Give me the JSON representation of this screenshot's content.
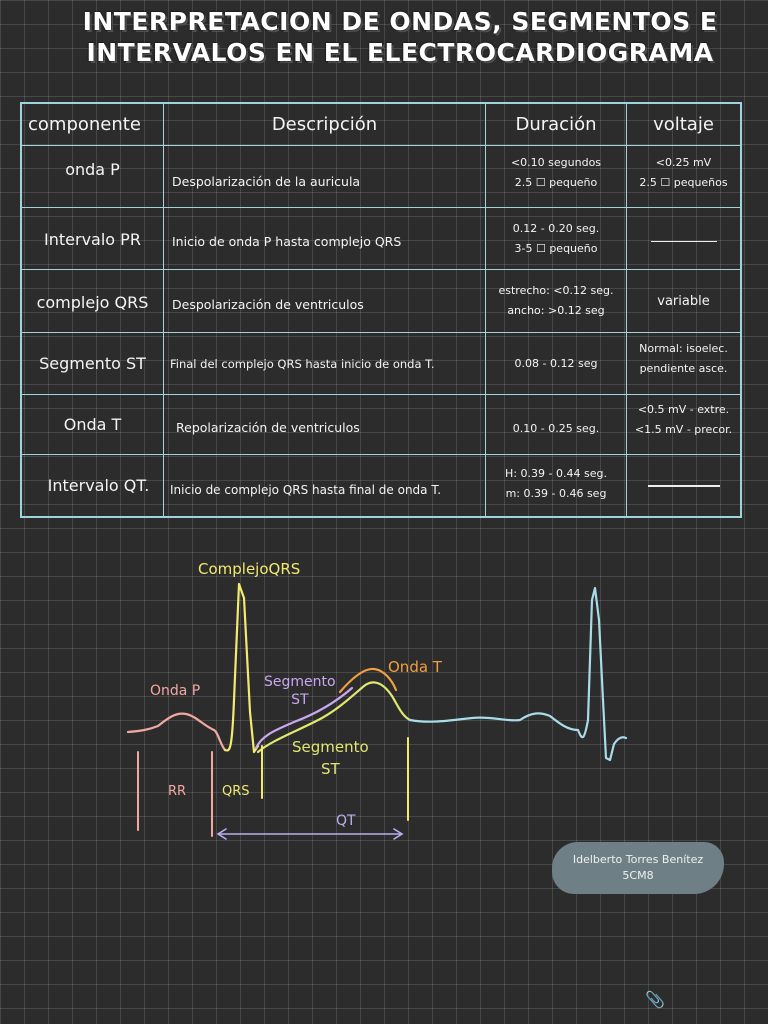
{
  "title": {
    "line1": "INTERPRETACION DE ONDAS, SEGMENTOS E",
    "line2": "INTERVALOS EN EL ELECTROCARDIOGRAMA"
  },
  "table": {
    "headers": [
      "componente",
      "Descripción",
      "Duración",
      "voltaje"
    ],
    "rows": [
      {
        "componente": "onda P",
        "descripcion": "Despolarización de la auricula",
        "duracion": [
          "<0.10 segundos",
          "2.5 ☐ pequeño"
        ],
        "voltaje": [
          "<0.25 mV",
          "2.5 ☐ pequeños"
        ]
      },
      {
        "componente": "Intervalo PR",
        "descripcion": "Inicio de onda P hasta complejo  QRS",
        "duracion": [
          "0.12 - 0.20  seg.",
          "3-5 ☐  pequeño"
        ],
        "voltaje": [
          "—"
        ]
      },
      {
        "componente": "complejo  QRS",
        "descripcion": "Despolarización de  ventriculos",
        "duracion": [
          "estrecho: <0.12 seg.",
          "ancho:  >0.12 seg"
        ],
        "voltaje": [
          "variable"
        ]
      },
      {
        "componente": "Segmento  ST",
        "descripcion": "Final del complejo QRS hasta inicio de onda T.",
        "duracion": [
          "0.08 - 0.12 seg"
        ],
        "voltaje": [
          "Normal: isoelec.",
          "pendiente  asce."
        ]
      },
      {
        "componente": "Onda T",
        "descripcion": "Repolarización de ventriculos",
        "duracion": [
          "0.10 - 0.25  seg."
        ],
        "voltaje": [
          "<0.5 mV - extre.",
          "<1.5 mV - precor."
        ]
      },
      {
        "componente": "Intervalo QT.",
        "descripcion": "Inicio de complejo QRS hasta final de onda T.",
        "duracion": [
          "H: 0.39 - 0.44 seg.",
          "m: 0.39 - 0.46 seg"
        ],
        "voltaje": [
          "—"
        ]
      }
    ]
  },
  "diagram": {
    "labels": {
      "complejo_qrs": "ComplejoQRS",
      "onda_p": "Onda P",
      "segmento_st_upper_1": "Segmento",
      "segmento_st_upper_2": "ST",
      "onda_t": "Onda T",
      "segmento_st_lower_1": "Segmento",
      "segmento_st_lower_2": "ST",
      "rr": "RR",
      "qrs": "QRS",
      "qt": "QT"
    },
    "colors": {
      "p_wave": "#f2a8a0",
      "qrs": "#f2ea70",
      "st_upper": "#c8a8f0",
      "st_lower": "#e0e870",
      "t_wave": "#f0a040",
      "baseline": "#a8dce8",
      "qt_arrow": "#b8b0f0"
    }
  },
  "credit": {
    "name": "Idelberto  Torres  Benítez",
    "group": "5CM8"
  },
  "clip_icon": "paperclip-icon"
}
